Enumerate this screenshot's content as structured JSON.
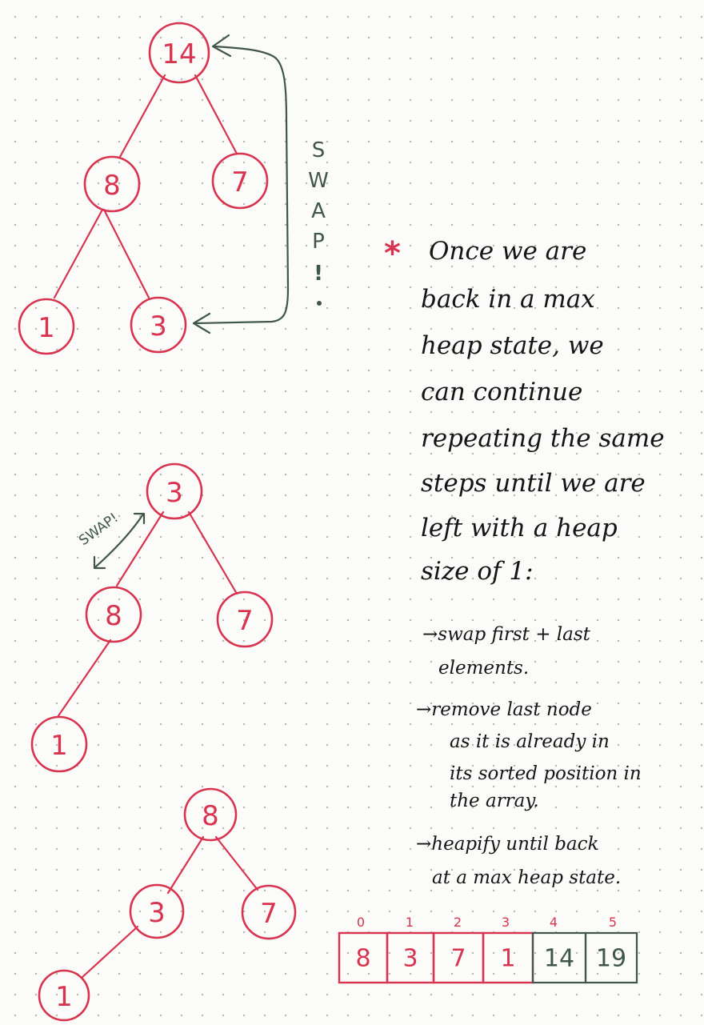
{
  "trees": [
    {
      "name": "heap-tree-1",
      "nodes": [
        "14",
        "8",
        "7",
        "1",
        "3"
      ],
      "edges": [
        [
          0,
          1
        ],
        [
          0,
          2
        ],
        [
          1,
          3
        ],
        [
          1,
          4
        ]
      ]
    },
    {
      "name": "heap-tree-2",
      "nodes": [
        "3",
        "8",
        "7",
        "1"
      ],
      "edges": [
        [
          0,
          1
        ],
        [
          0,
          2
        ],
        [
          1,
          3
        ]
      ]
    },
    {
      "name": "heap-tree-3",
      "nodes": [
        "8",
        "3",
        "7",
        "1"
      ],
      "edges": [
        [
          0,
          1
        ],
        [
          0,
          2
        ],
        [
          1,
          3
        ]
      ]
    }
  ],
  "swap_vertical": [
    "S",
    "W",
    "A",
    "P",
    "!"
  ],
  "swap_small": "SWAP!",
  "note": {
    "asterisk": "*",
    "lines": [
      "Once we are",
      "back in a max",
      "heap state, we",
      "can continue",
      "repeating the same",
      "steps until we are",
      "left with a heap",
      "size of 1:"
    ]
  },
  "bullets": [
    "→swap first + last",
    "elements.",
    "→remove last node",
    "as it is already in",
    "its sorted position in",
    "the array.",
    "→heapify until back",
    "at a max heap state."
  ],
  "array": {
    "indices": [
      "0",
      "1",
      "2",
      "3",
      "4",
      "5"
    ],
    "values": [
      "8",
      "3",
      "7",
      "1",
      "14",
      "19"
    ],
    "sorted_from_index": 4
  },
  "colors": {
    "heap_red": "#d8344f",
    "sorted_green": "#41564a",
    "ink": "#151515"
  }
}
